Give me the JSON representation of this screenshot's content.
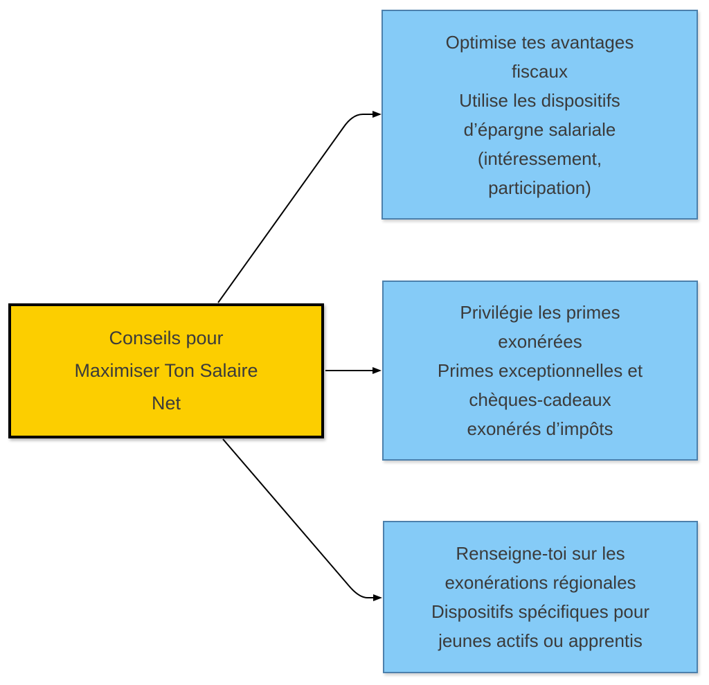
{
  "colors": {
    "canvas-bg": "#ffffff",
    "center-fill": "#fcce00",
    "center-border": "#000000",
    "node-fill": "#85cbf7",
    "node-border": "#4c80ac",
    "text": "#3b3b3b",
    "edge": "#000000"
  },
  "center_node": {
    "id": "conseils-salaire-net",
    "text": "Conseils pour\nMaximiser Ton Salaire\nNet"
  },
  "nodes": [
    {
      "id": "optimise-avantages-fiscaux",
      "text": "Optimise tes avantages\nfiscaux\nUtilise les dispositifs\nd’épargne salariale\n(intéressement,\nparticipation)"
    },
    {
      "id": "privilegie-primes-exonerees",
      "text": "Privilégie les primes\nexonérées\nPrimes exceptionnelles et\nchèques-cadeaux\nexonérés d’impôts"
    },
    {
      "id": "exonerations-regionales",
      "text": "Renseigne-toi sur les\nexonérations régionales\nDispositifs spécifiques pour\njeunes actifs ou apprentis"
    }
  ],
  "edges": [
    {
      "from": "conseils-salaire-net",
      "to": "optimise-avantages-fiscaux"
    },
    {
      "from": "conseils-salaire-net",
      "to": "privilegie-primes-exonerees"
    },
    {
      "from": "conseils-salaire-net",
      "to": "exonerations-regionales"
    }
  ]
}
